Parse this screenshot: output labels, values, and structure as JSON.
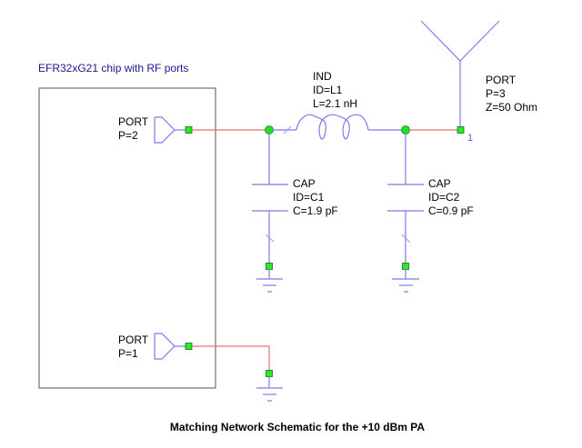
{
  "chip": {
    "title": "EFR32xG21 chip with RF ports"
  },
  "ports": [
    {
      "name": "PORT",
      "param": "P=2"
    },
    {
      "name": "PORT",
      "param": "P=1"
    },
    {
      "name": "PORT",
      "param": "P=3",
      "impedance": "Z=50 Ohm",
      "pin_label": "1"
    }
  ],
  "inductor": {
    "type": "IND",
    "id": "ID=L1",
    "value": "L=2.1 nH"
  },
  "capacitors": [
    {
      "type": "CAP",
      "id": "ID=C1",
      "value": "C=1.9 pF"
    },
    {
      "type": "CAP",
      "id": "ID=C2",
      "value": "C=0.9 pF"
    }
  ],
  "caption": "Matching Network Schematic for the +10 dBm PA",
  "colors": {
    "component_wire": "#7b7bea",
    "net_wire": "#e87070",
    "node": "#22dd22",
    "chip_title": "#1a1a8c"
  }
}
